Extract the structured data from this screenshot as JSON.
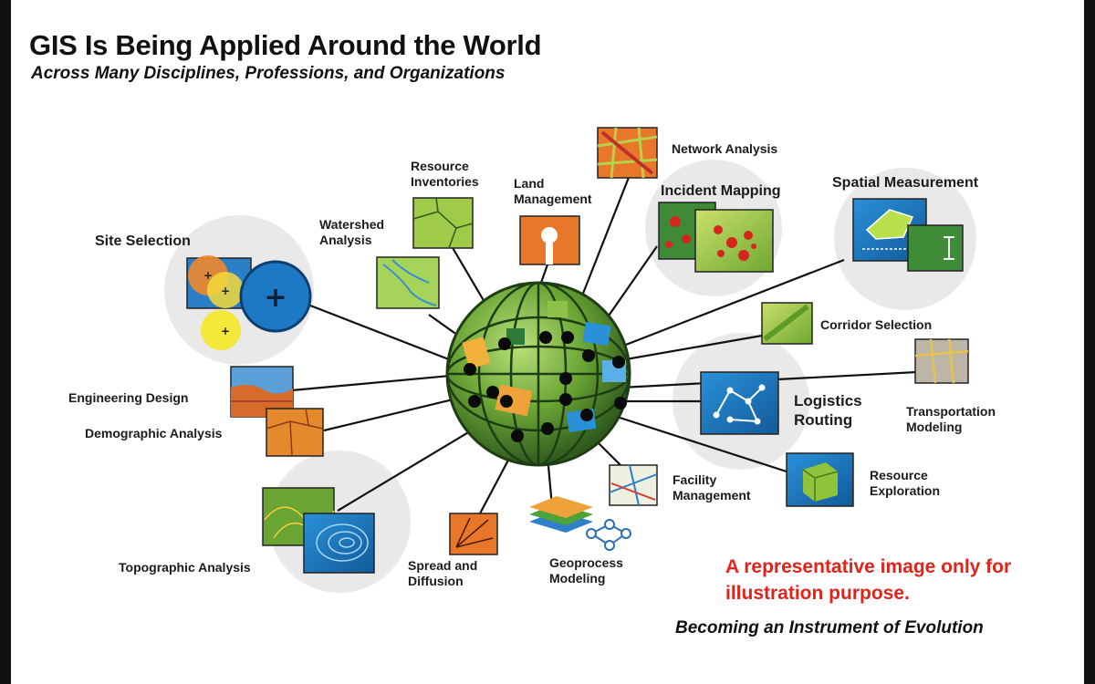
{
  "title": "GIS Is Being Applied Around the World",
  "subtitle": "Across Many Disciplines, Professions, and Organizations",
  "applications": {
    "network_analysis": "Network Analysis",
    "incident_mapping": "Incident Mapping",
    "spatial_measurement": "Spatial Measurement",
    "resource_inventories": "Resource Inventories",
    "land_management": "Land Management",
    "watershed_analysis": "Watershed Analysis",
    "site_selection": "Site Selection",
    "corridor_selection": "Corridor Selection",
    "logistics_routing": "Logistics Routing",
    "transportation_modeling": "Transportation Modeling",
    "engineering_design": "Engineering Design",
    "demographic_analysis": "Demographic Analysis",
    "facility_management": "Facility Management",
    "resource_exploration": "Resource Exploration",
    "topographic_analysis": "Topographic Analysis",
    "spread_and_diffusion": "Spread and Diffusion",
    "geoprocess_modeling": "Geoprocess Modeling"
  },
  "note": {
    "text": "A representative image only for illustration purpose.",
    "color": "#e0241b"
  },
  "tagline": "Becoming an Instrument of Evolution",
  "colors": {
    "globe_green": "#6aa534",
    "globe_dark": "#2f5a1e",
    "panel_blue": "#1d79c4",
    "panel_orange": "#e2822c",
    "halo_gray": "#e9e9e9"
  }
}
